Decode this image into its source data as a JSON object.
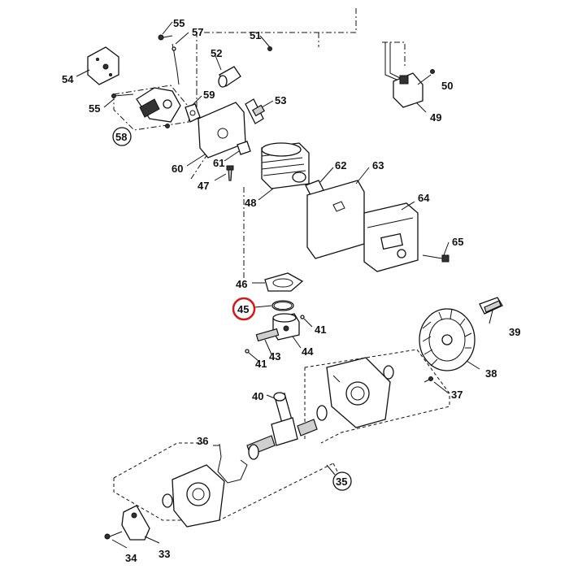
{
  "diagram": {
    "highlight_color": "#d11a1a",
    "labels": {
      "l33": "33",
      "l34": "34",
      "l35": "35",
      "l36": "36",
      "l37": "37",
      "l38": "38",
      "l39": "39",
      "l40": "40",
      "l41a": "41",
      "l41b": "41",
      "l43": "43",
      "l44": "44",
      "l45": "45",
      "l46": "46",
      "l47": "47",
      "l48": "48",
      "l49": "49",
      "l50": "50",
      "l51": "51",
      "l52": "52",
      "l53": "53",
      "l54": "54",
      "l55a": "55",
      "l55b": "55",
      "l57": "57",
      "l58": "58",
      "l59": "59",
      "l60": "60",
      "l61": "61",
      "l62": "62",
      "l63": "63",
      "l64": "64",
      "l65": "65"
    }
  }
}
